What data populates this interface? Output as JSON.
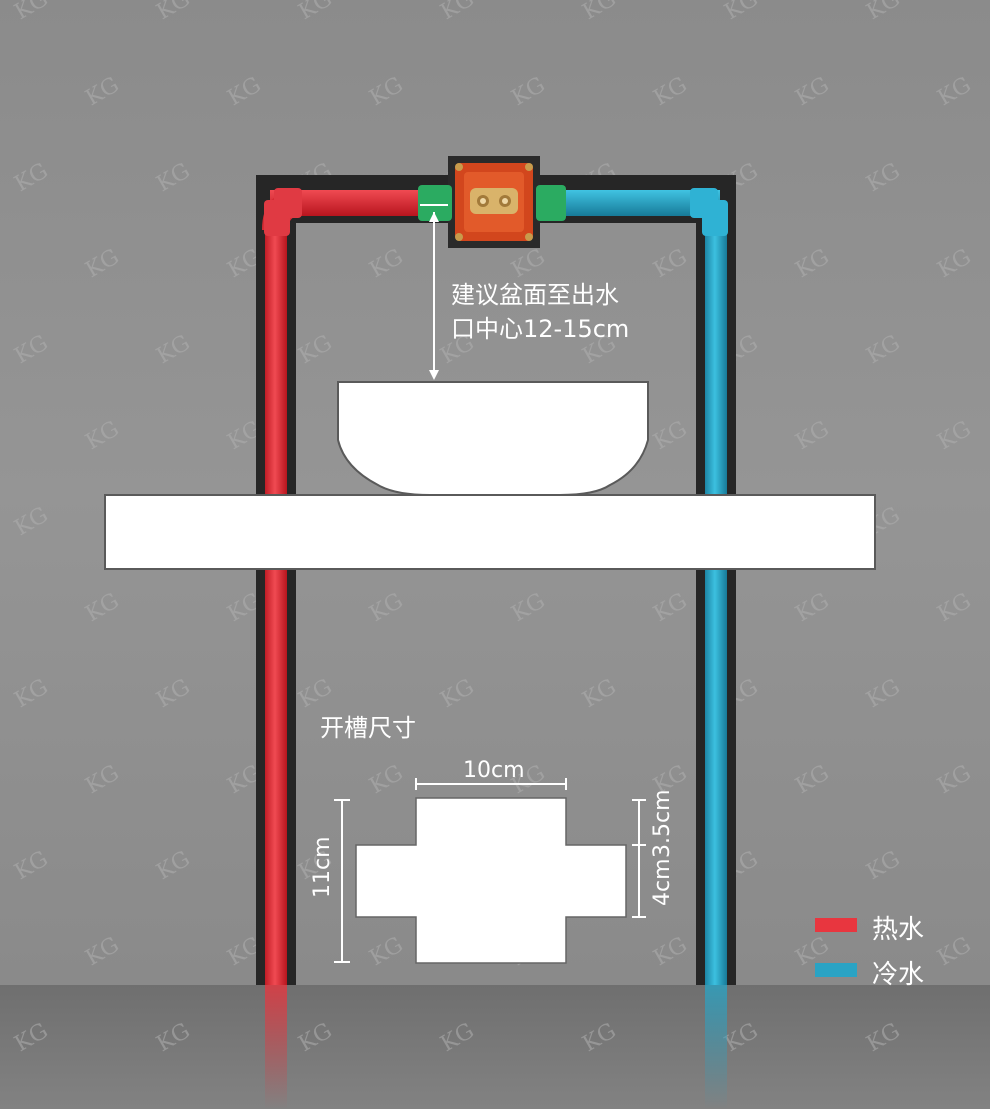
{
  "annotation": {
    "height_note_line1": "建议盆面至出水",
    "height_note_line2": "口中心12-15cm"
  },
  "slot": {
    "title": "开槽尺寸",
    "width_label": "10cm",
    "height_label": "11cm",
    "arm_height_label": "3.5cm",
    "center_height_label": "4cm"
  },
  "legend": {
    "hot_label": "热水",
    "cold_label": "冷水",
    "hot_color": "#e8363f",
    "cold_color": "#2aa3c4"
  },
  "watermark": {
    "text": "KG"
  }
}
